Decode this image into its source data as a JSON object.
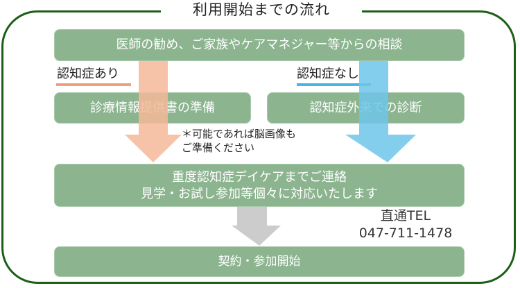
{
  "title": "利用開始までの流れ",
  "colors": {
    "frame": "#1d5f17",
    "box_fill": "#8bb48f",
    "arrow_with_dementia": "#f4b89a",
    "arrow_without_dementia": "#6ec6ea",
    "arrow_common": "#cccccc",
    "underline_with": "#f0a07a",
    "underline_without": "#45b6e6"
  },
  "steps": {
    "consultation": "医師の勧め、ご家族やケアマネジャー等からの相談",
    "with_dementia_step": "診療情報提供書の準備",
    "without_dementia_step": "認知症外来での診断",
    "contact_line1": "重度認知症デイケアまでご連絡",
    "contact_line2": "見学・お試し参加等個々に対応いたします",
    "start": "契約・参加開始"
  },
  "branches": {
    "with_dementia": "認知症あり",
    "without_dementia": "認知症なし"
  },
  "note": {
    "line1": "＊可能であれば脳画像も",
    "line2": "ご準備ください"
  },
  "contact": {
    "label": "直通TEL",
    "phone": "047-711-1478"
  }
}
